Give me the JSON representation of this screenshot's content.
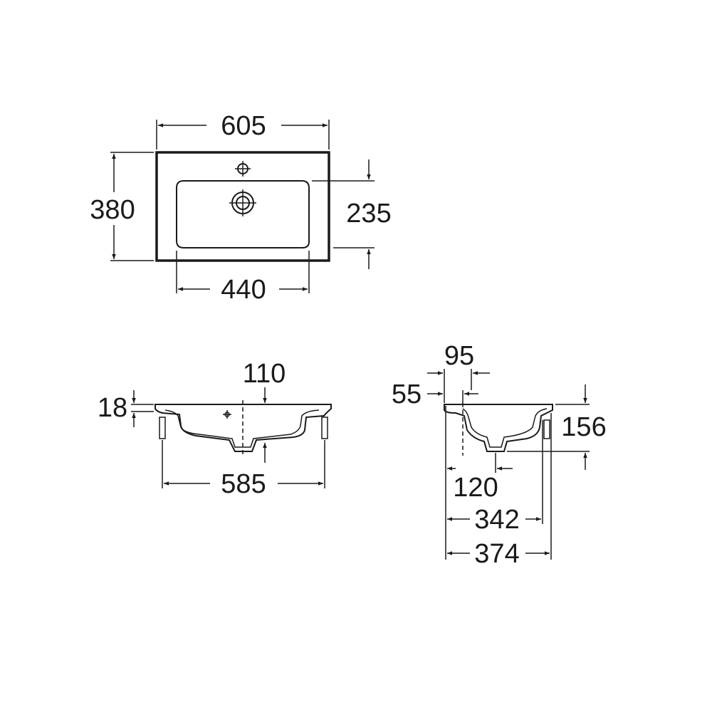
{
  "top_view": {
    "overall_width": "605",
    "overall_depth": "380",
    "bowl_width": "440",
    "bowl_depth": "235"
  },
  "front_view": {
    "drain_offset": "110",
    "rim_thickness": "18",
    "bottom_width": "585"
  },
  "side_view": {
    "offset_95": "95",
    "offset_55": "55",
    "height": "156",
    "drain_depth": "120",
    "depth_342": "342",
    "depth_374": "374"
  }
}
